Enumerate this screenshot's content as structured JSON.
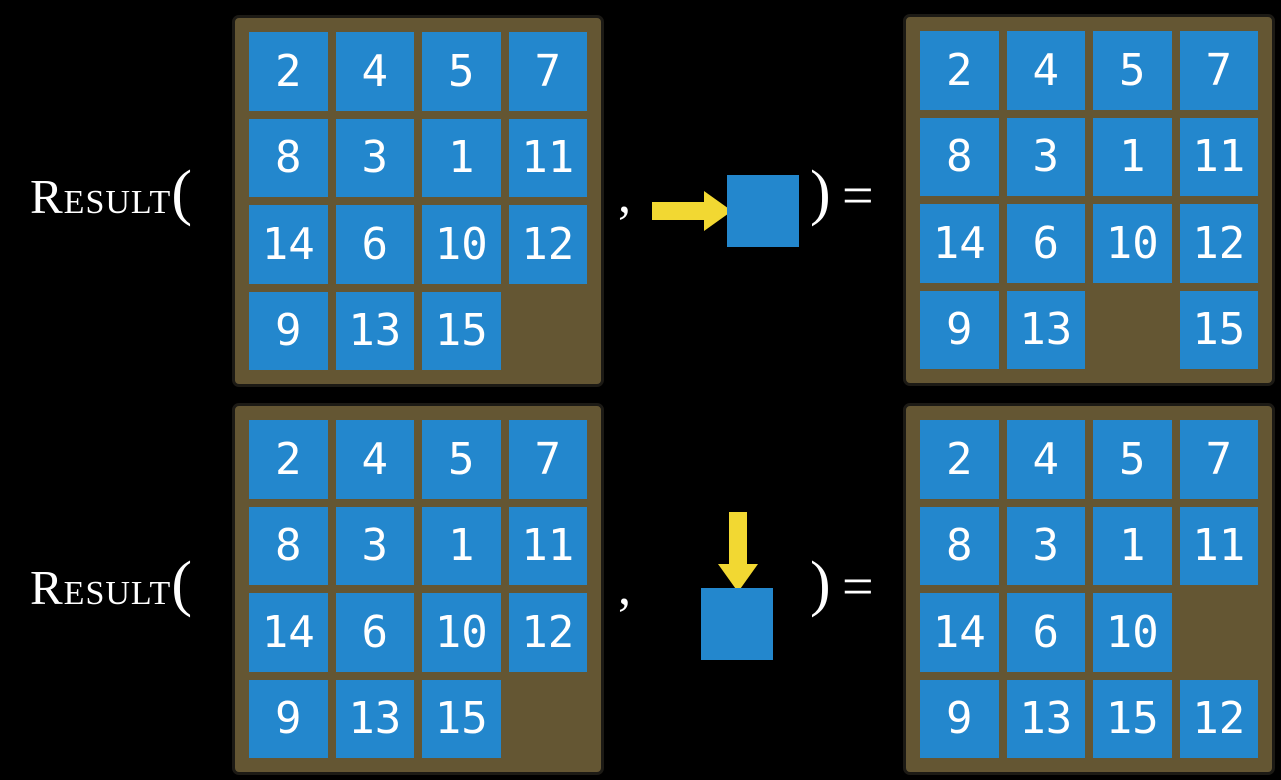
{
  "function": {
    "name": "Result",
    "open_paren": "(",
    "comma": ",",
    "close_paren": ")",
    "equals": "="
  },
  "colors": {
    "background": "#000000",
    "board": "#645633",
    "board_border": "#1c1a15",
    "tile": "#2387cd",
    "number": "#ffffff",
    "arrow": "#f2d832",
    "text": "#ffffff"
  },
  "rows": [
    {
      "action": "right",
      "before": [
        [
          "2",
          "4",
          "5",
          "7"
        ],
        [
          "8",
          "3",
          "1",
          "11"
        ],
        [
          "14",
          "6",
          "10",
          "12"
        ],
        [
          "9",
          "13",
          "15",
          ""
        ]
      ],
      "after": [
        [
          "2",
          "4",
          "5",
          "7"
        ],
        [
          "8",
          "3",
          "1",
          "11"
        ],
        [
          "14",
          "6",
          "10",
          "12"
        ],
        [
          "9",
          "13",
          "",
          "15"
        ]
      ]
    },
    {
      "action": "down",
      "before": [
        [
          "2",
          "4",
          "5",
          "7"
        ],
        [
          "8",
          "3",
          "1",
          "11"
        ],
        [
          "14",
          "6",
          "10",
          "12"
        ],
        [
          "9",
          "13",
          "15",
          ""
        ]
      ],
      "after": [
        [
          "2",
          "4",
          "5",
          "7"
        ],
        [
          "8",
          "3",
          "1",
          "11"
        ],
        [
          "14",
          "6",
          "10",
          ""
        ],
        [
          "9",
          "13",
          "15",
          "12"
        ]
      ]
    }
  ]
}
